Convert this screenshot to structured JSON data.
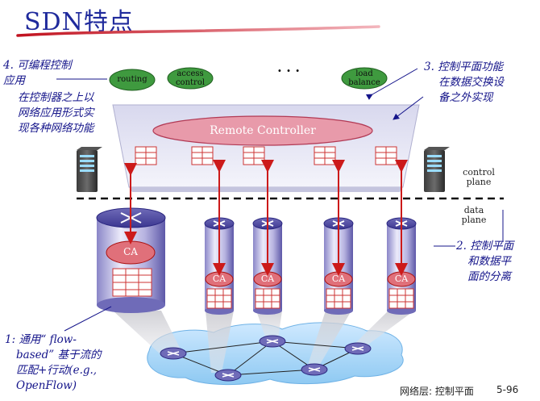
{
  "title": "SDN特点",
  "notes": {
    "n4_num": "4.",
    "n4_lines": [
      "可编程控制",
      "应用"
    ],
    "n4_sub": [
      "在控制器之上以",
      "网络应用形式实",
      "现各种网络功能"
    ],
    "n3_num": "3.",
    "n3_lines": [
      "控制平面功能",
      "在数据交换设",
      "备之外实现"
    ],
    "n2_num": "2.",
    "n2_lines": [
      "控制平面",
      "和数据平",
      "面的分离"
    ],
    "n1_num": "1:",
    "n1_lines": [
      "通用“ flow-",
      "based” 基于流的",
      "匹配+行动(e.g.,",
      "OpenFlow)"
    ]
  },
  "apps": {
    "routing": "routing",
    "access_control": [
      "access",
      "control"
    ],
    "dots": "· · ·",
    "load_balance": [
      "load",
      "balance"
    ]
  },
  "controller": "Remote Controller",
  "planes": {
    "control": [
      "control",
      "plane"
    ],
    "data": [
      "data",
      "plane"
    ]
  },
  "switches": {
    "ca_label": "CA"
  },
  "footer": {
    "section": "网络层: 控制平面",
    "page": "5-96"
  },
  "colors": {
    "title": "#1f2a9c",
    "handwriting": "#14148a",
    "app_green": "#3f9a3f",
    "controller_fill": "#e89aaa",
    "arrow_red": "#cc1a1a",
    "plane_slab": "#e6e6f4"
  }
}
